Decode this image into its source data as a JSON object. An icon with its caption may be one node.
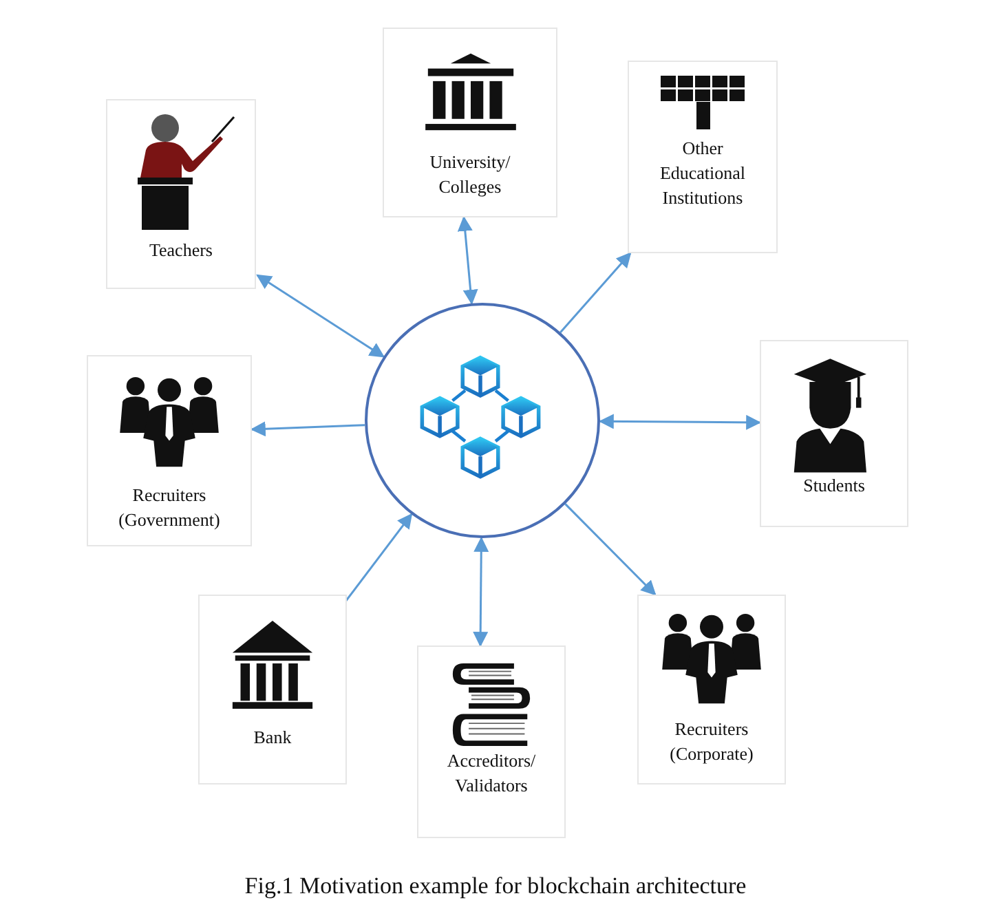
{
  "diagram": {
    "caption": "Fig.1 Motivation example for blockchain architecture",
    "nodes": [
      {
        "text": [],
        "shape": "circle"
      },
      {
        "text": [
          "Teachers"
        ]
      },
      {
        "text": [
          "University/ Colleges"
        ]
      },
      {
        "text": [
          "Other Educational Institutions"
        ]
      },
      {
        "text": [
          "Recruiters (Government)"
        ]
      },
      {
        "text": [
          "Students"
        ]
      },
      {
        "text": [
          "Bank"
        ]
      },
      {
        "text": [
          "Accreditors/ Validators"
        ]
      },
      {
        "text": [
          "Recruiters (Corporate)"
        ]
      }
    ],
    "edges": [
      {
        "from": 1,
        "to": 0,
        "arrow": "both"
      },
      {
        "from": 2,
        "to": 0,
        "arrow": "both"
      },
      {
        "from": 0,
        "to": 3,
        "arrow": "to"
      },
      {
        "from": 0,
        "to": 4,
        "arrow": "to"
      },
      {
        "from": 5,
        "to": 0,
        "arrow": "both"
      },
      {
        "from": 6,
        "to": 0,
        "arrow": "to"
      },
      {
        "from": 7,
        "to": 0,
        "arrow": "both"
      },
      {
        "from": 0,
        "to": 8,
        "arrow": "to"
      }
    ]
  }
}
